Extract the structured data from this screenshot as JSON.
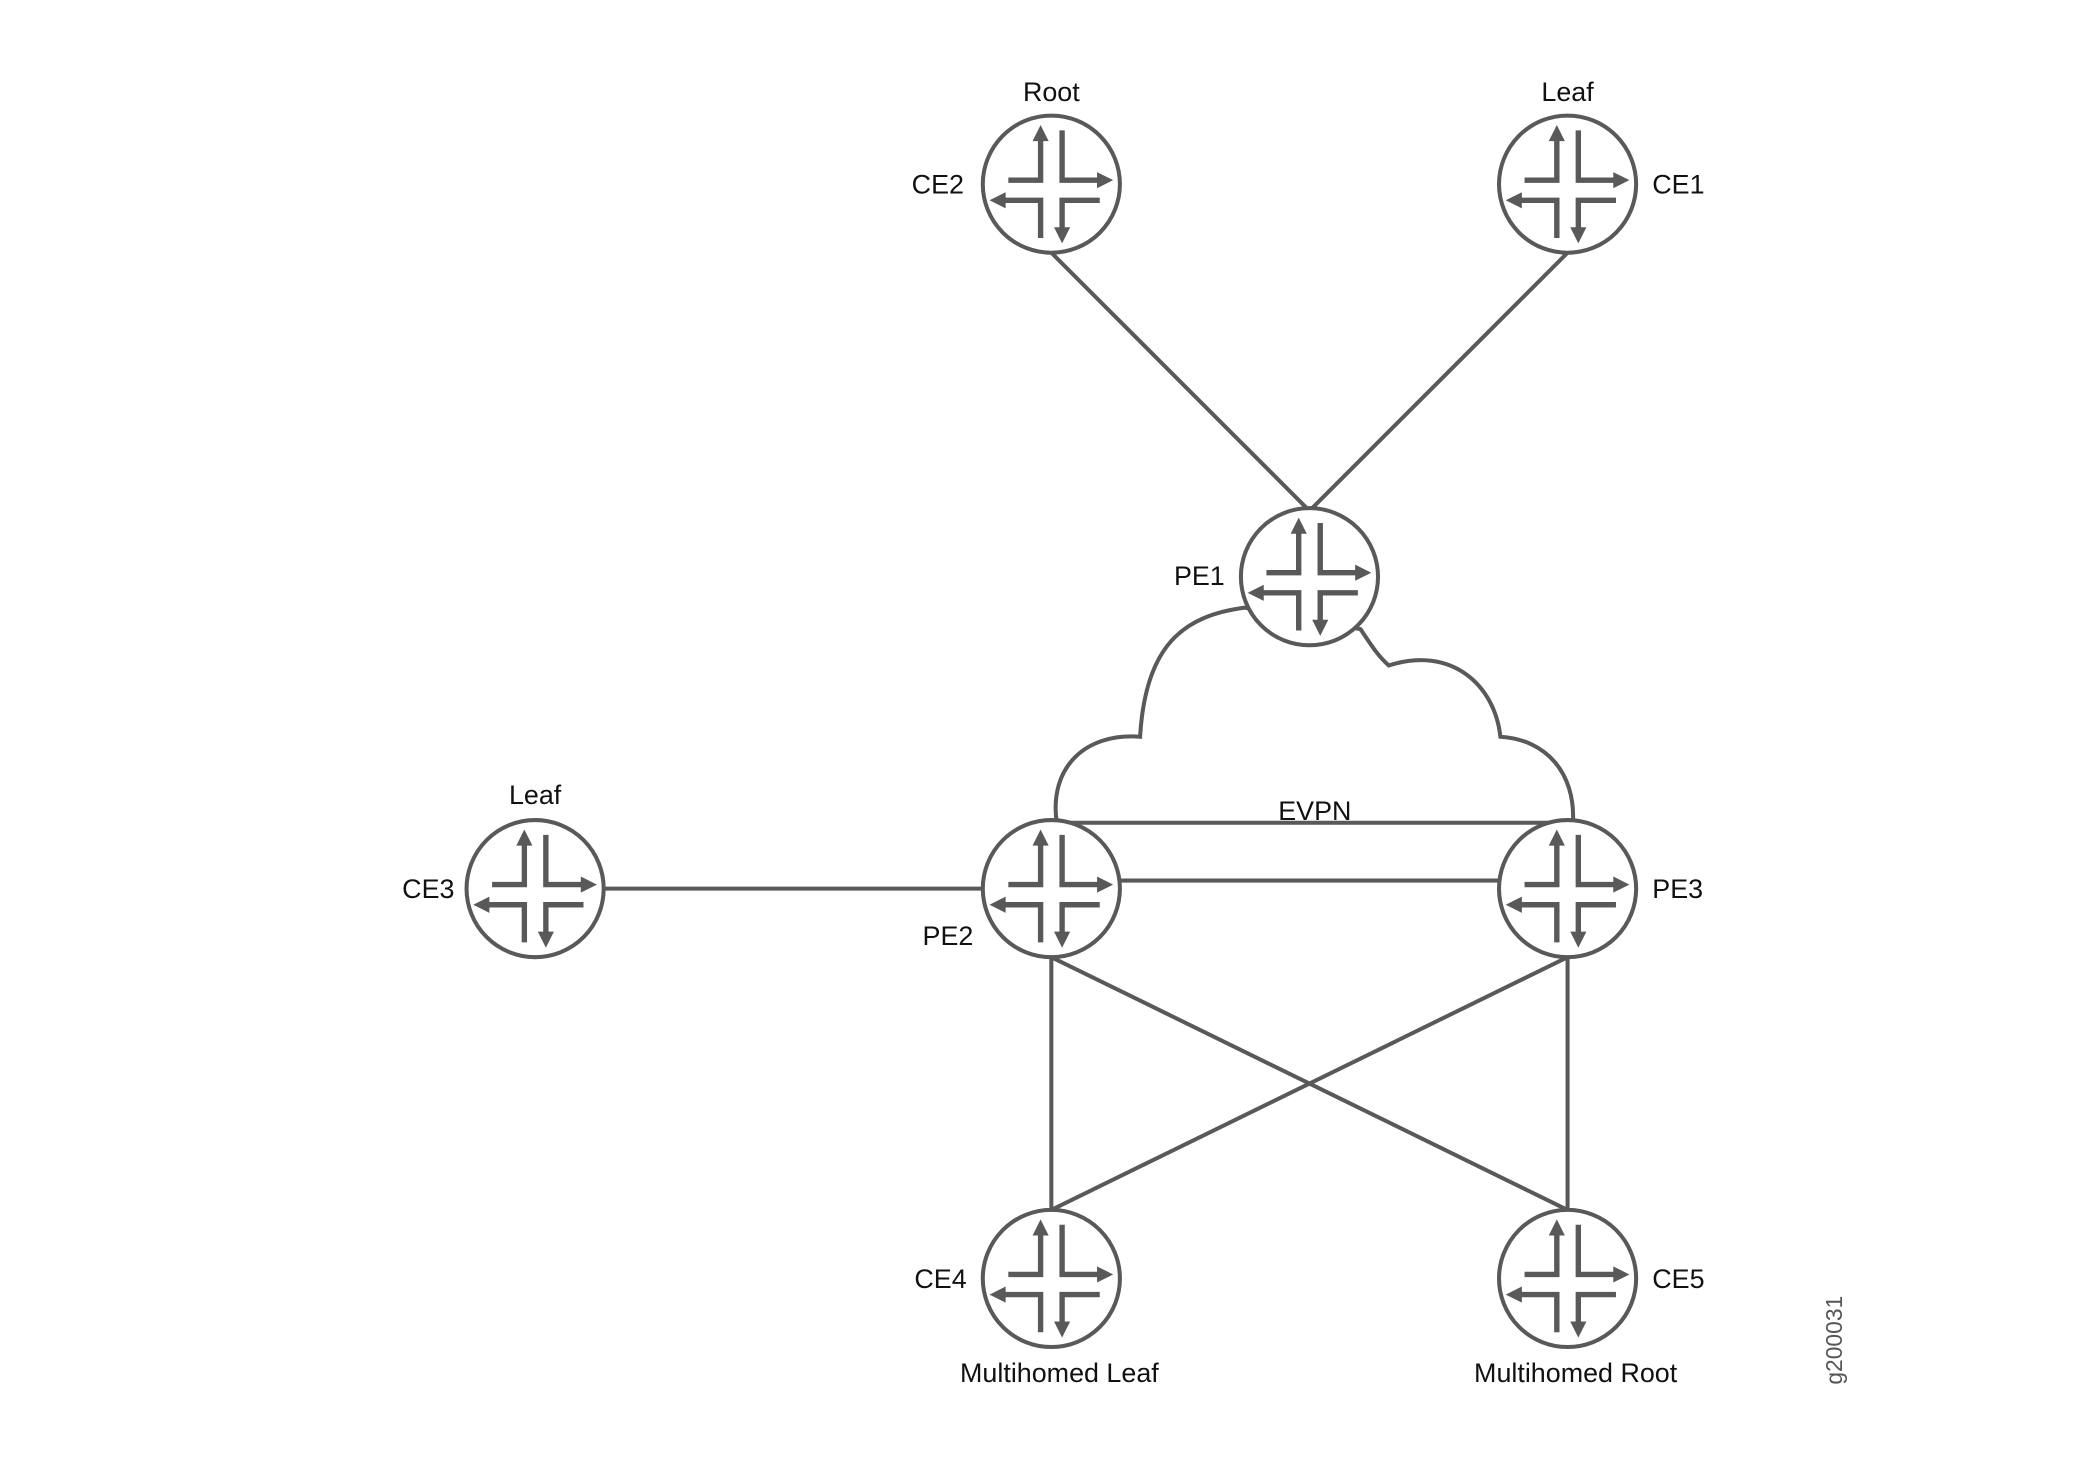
{
  "diagram": {
    "cloud_label": "EVPN",
    "figure_id": "g200031",
    "nodes": [
      {
        "id": "CE2",
        "name": "CE2",
        "role": "Root"
      },
      {
        "id": "CE1",
        "name": "CE1",
        "role": "Leaf"
      },
      {
        "id": "PE1",
        "name": "PE1",
        "role": ""
      },
      {
        "id": "CE3",
        "name": "CE3",
        "role": "Leaf"
      },
      {
        "id": "PE2",
        "name": "PE2",
        "role": ""
      },
      {
        "id": "PE3",
        "name": "PE3",
        "role": ""
      },
      {
        "id": "CE4",
        "name": "CE4",
        "role": "Multihomed Leaf"
      },
      {
        "id": "CE5",
        "name": "CE5",
        "role": "Multihomed Root"
      }
    ],
    "links": [
      [
        "CE2",
        "PE1"
      ],
      [
        "CE1",
        "PE1"
      ],
      [
        "CE3",
        "PE2"
      ],
      [
        "PE2",
        "PE3"
      ],
      [
        "PE2",
        "CE4"
      ],
      [
        "PE2",
        "CE5"
      ],
      [
        "PE3",
        "CE4"
      ],
      [
        "PE3",
        "CE5"
      ]
    ],
    "colors": {
      "stroke": "#595959",
      "text": "#111111"
    }
  }
}
